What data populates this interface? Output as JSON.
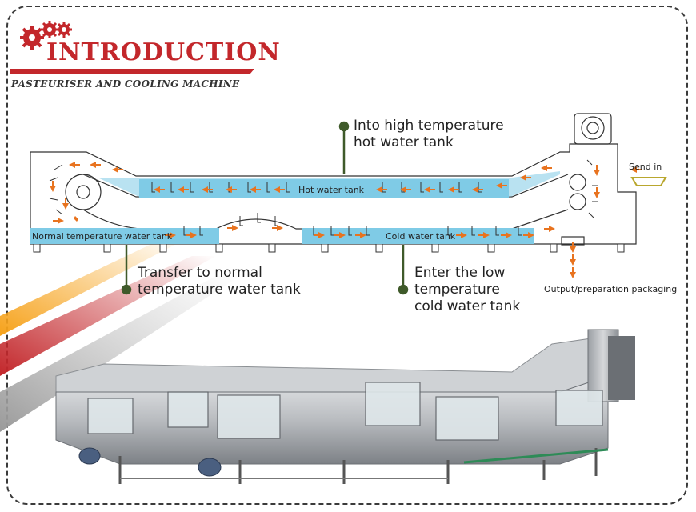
{
  "header": {
    "title": "INTRODUCTION",
    "subtitle": "PASTEURISER AND COOLING MACHINE"
  },
  "diagram": {
    "tanks": {
      "hot": "Hot water tank",
      "normal": "Normal temperature water tank",
      "cold": "Cold water tank"
    },
    "callouts": {
      "into_hot_line1": "Into high temperature",
      "into_hot_line2": "hot water tank",
      "transfer_line1": "Transfer to normal",
      "transfer_line2": "temperature water tank",
      "enter_cold_line1": "Enter the low",
      "enter_cold_line2": "temperature",
      "enter_cold_line3": "cold water tank"
    },
    "send_in": "Send in",
    "output": "Output/preparation packaging"
  },
  "colors": {
    "brand_red": "#c3272b",
    "water_blue": "#7fcbe6",
    "arrow_orange": "#e8731f",
    "callout_green": "#3f5a2a",
    "basket_yellow": "#d8c43a"
  },
  "icons": [
    "gear-icon",
    "arrow-icon"
  ]
}
